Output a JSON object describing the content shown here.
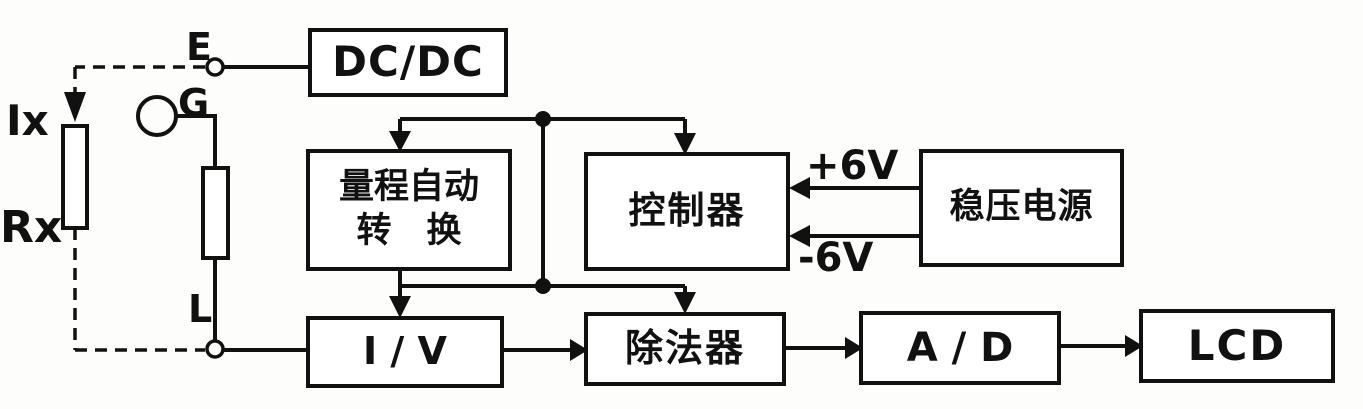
{
  "figure": {
    "type": "block-diagram",
    "description": "Measurement instrument block diagram with external Rx under test",
    "background_color": "#fdfdfb",
    "line_color": "#111111"
  },
  "terminals": {
    "e": "E",
    "g": "G",
    "l": "L"
  },
  "annotations": {
    "current": "Ix",
    "resistance": "Rx",
    "supply_pos": "+6V",
    "supply_neg": "-6V"
  },
  "blocks": {
    "dcdc": "DC/DC",
    "range_line1": "量程自动",
    "range_line2": "转　换",
    "controller": "控制器",
    "power": "稳压电源",
    "iv": "I / V",
    "divider": "除法器",
    "ad": "A / D",
    "lcd": "LCD"
  }
}
